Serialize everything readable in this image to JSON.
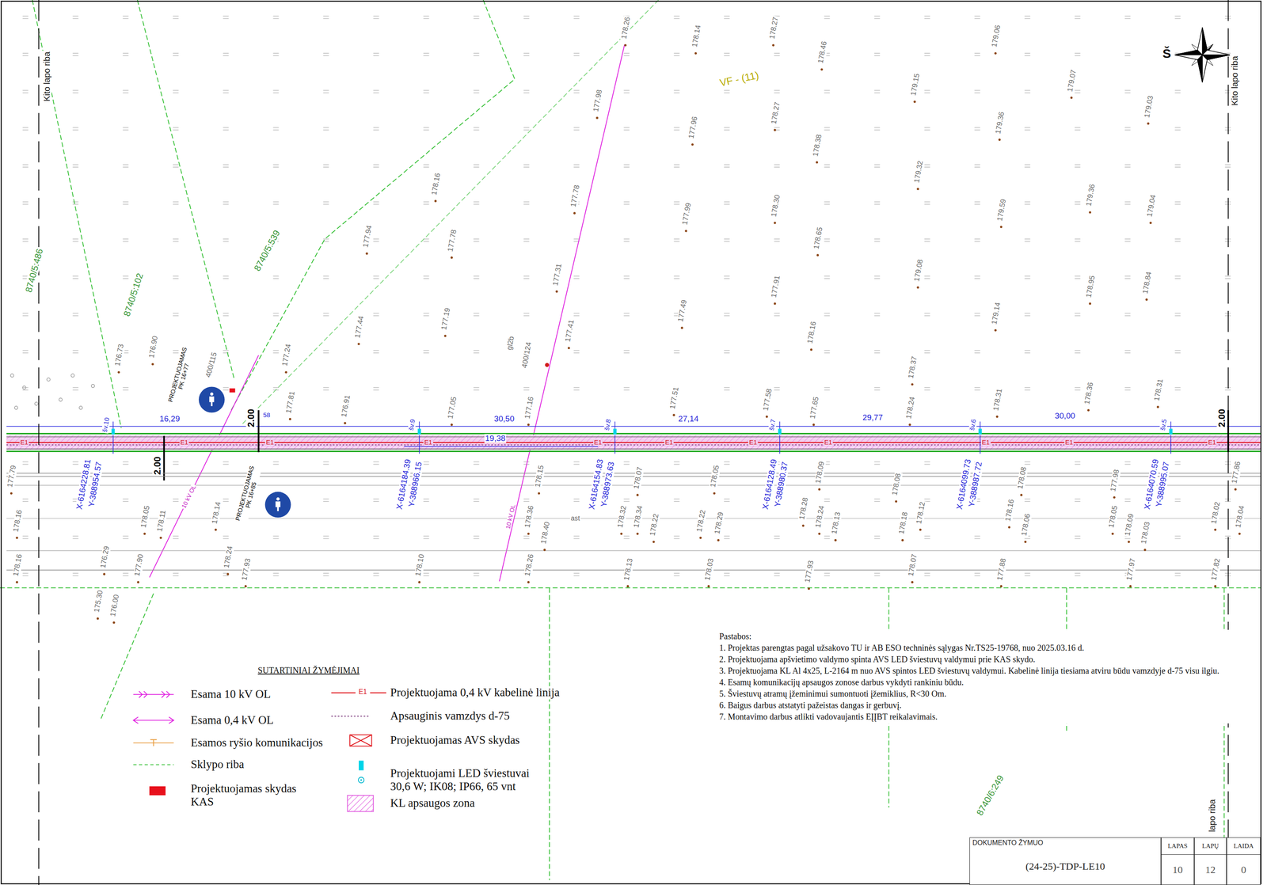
{
  "diagram": {
    "nodes": [
      {
        "text": [
          "DOKUMENTO ŽYMUO",
          "(24-25)-TDP-LE10"
        ]
      },
      {
        "text": [
          "LAPAS",
          "10"
        ]
      },
      {
        "text": [
          "LAPŲ",
          "12"
        ]
      },
      {
        "text": [
          "LAIDA",
          "0"
        ]
      }
    ],
    "labels": [
      "178.26",
      "178.14",
      "178.27",
      "178.46",
      "179.06",
      "177.98",
      "178.27",
      "179.15",
      "179.07",
      "179.03",
      "177.96",
      "178.38",
      "179.36",
      "178.16",
      "179.32",
      "177.78",
      "178.30",
      "179.59",
      "179.36",
      "179.04",
      "177.99",
      "177.78",
      "178.65",
      "177.94",
      "179.08",
      "178.95",
      "177.31",
      "177.91",
      "178.84",
      "177.49",
      "179.14",
      "177.44",
      "177.19",
      "178.16",
      "177.41",
      "178.37",
      "178.31",
      "178.36",
      "176.90",
      "177.24",
      "176.91",
      "177.05",
      "177.16",
      "177.51",
      "177.58",
      "177.65",
      "178.24",
      "178.31",
      "177.81",
      "176.73",
      "177.79",
      "178.16",
      "178.16",
      "178.05",
      "178.11",
      "178.14",
      "178.24",
      "178.15",
      "178.36",
      "178.40",
      "178.07",
      "178.32",
      "178.34",
      "178.22",
      "178.05",
      "178.22",
      "178.29",
      "178.09",
      "178.28",
      "178.24",
      "178.13",
      "178.08",
      "178.12",
      "178.18",
      "178.08",
      "178.16",
      "178.06",
      "177.98",
      "178.05",
      "178.09",
      "178.03",
      "177.86",
      "178.02",
      "178.04",
      "178.10",
      "178.26",
      "178.13",
      "178.03",
      "177.93",
      "178.07",
      "177.88",
      "177.97",
      "177.82",
      "177.90",
      "177.93",
      "176.29",
      "175.30",
      "176.00",
      "8740/5:486",
      "8740/5:102",
      "8740/5:539",
      "8740/6:249",
      "VF - (11)",
      "Kito lapo riba",
      "Kito lapo riba",
      "lapo riba",
      "Š",
      "gl2b",
      "400/124",
      "ast",
      "400/115",
      "16,29",
      "30,50",
      "27,14",
      "29,77",
      "30,00",
      "19,38",
      "58",
      "2.00",
      "2.00",
      "2.00",
      "šv.10",
      "šv.9",
      "šv.8",
      "šv.7",
      "šv.6",
      "šv.5",
      "X-6164228.81",
      "Y-388954.57",
      "X-6164184.39",
      "Y-388966.15",
      "X-6164154.83",
      "Y-388973.63",
      "X-6164128.49",
      "Y-388980.37",
      "X-6164099.73",
      "Y-388987.72",
      "X-6164070.59",
      "Y-388995.07",
      "PROJEKTUOJAMAS PK 16+77",
      "PROJEKTUOJAMAS PK 16+85",
      "E1",
      "E1",
      "E1",
      "E1",
      "E1",
      "E1",
      "E1",
      "E1",
      "E1",
      "E1",
      "E1",
      "10 kV OL",
      "10 kV OL",
      "SUTARTINIAI ŽYMĖJIMAI",
      "E1",
      "Pastabos:",
      "1. Projektas parengtas pagal užsakovo TU ir AB ESO techninės sąlygas Nr.TS25-19768, nuo 2025.03.16 d.",
      "2. Projektuojama apšvietimo valdymo spinta AVS LED šviestuvų valdymui prie KAS skydo.",
      "3. Projektuojama KL Al 4x25, L-2164 m nuo AVS spintos LED šviestuvų valdymui. Kabelinė linija tiesiama atviru būdu vamzdyje d-75 visu ilgiu.",
      "4. Esamų komunikacijų apsaugos zonose darbus vykdyti rankiniu būdu.",
      "5. Šviestuvų atramų įžeminimui sumontuoti įžemiklius, R<30 Om.",
      "6. Baigus darbus atstatyti pažeistas dangas ir gerbuvį.",
      "7. Montavimo darbus atlikti vadovaujantis EĮĮBT reikalavimais."
    ],
    "legend": [
      {
        "text": "Esama  10 kV OL"
      },
      {
        "text": "Projektuojama  0,4 kV kabelinė linija"
      },
      {
        "text": "Esama  0,4 kV OL"
      },
      {
        "text": "Apsauginis vamzdys d-75"
      },
      {
        "text": "Esamos ryšio komunikacijos"
      },
      {
        "text": "Projektuojamas AVS skydas"
      },
      {
        "text": "Sklypo riba"
      },
      {
        "text": "Projektuojami LED šviestuvai 30,6 W; IK08; IP66, 65 vnt"
      },
      {
        "text": "Projektuojamas  skydas KAS",
        "color": "#e8101c"
      },
      {
        "text": "KL apsaugos zona"
      }
    ]
  }
}
